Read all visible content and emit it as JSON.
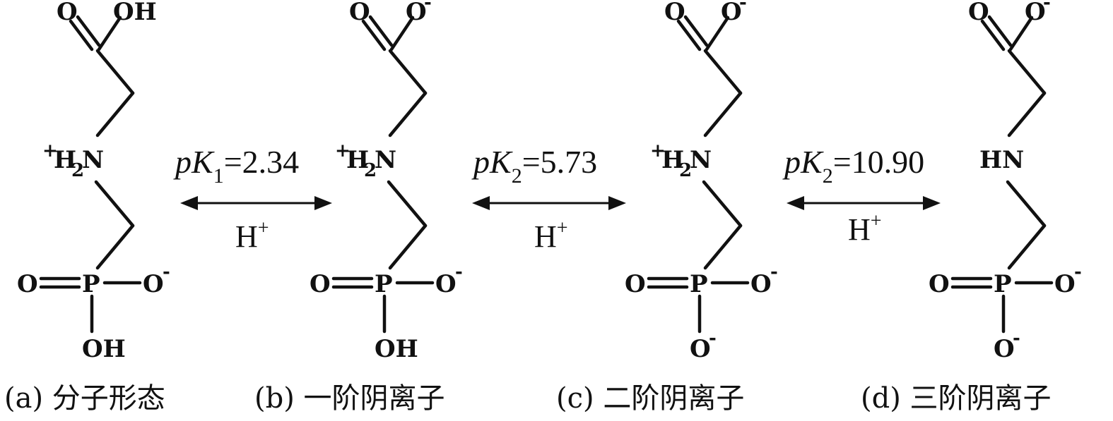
{
  "structures": [
    {
      "id": "a",
      "top_right": "OH",
      "top_right_charge": "",
      "amine_charge": "+",
      "amine_label": "H",
      "amine_subscript": "2",
      "amine_atom": "N",
      "phosphate_right_charge": "-",
      "phosphate_bottom": "OH",
      "phosphate_bottom_charge": "",
      "caption": "(a) 分子形态"
    },
    {
      "id": "b",
      "top_right": "O",
      "top_right_charge": "-",
      "amine_charge": "+",
      "amine_label": "H",
      "amine_subscript": "2",
      "amine_atom": "N",
      "phosphate_right_charge": "-",
      "phosphate_bottom": "OH",
      "phosphate_bottom_charge": "",
      "caption": "(b) 一阶阴离子"
    },
    {
      "id": "c",
      "top_right": "O",
      "top_right_charge": "-",
      "amine_charge": "+",
      "amine_label": "H",
      "amine_subscript": "2",
      "amine_atom": "N",
      "phosphate_right_charge": "-",
      "phosphate_bottom": "O",
      "phosphate_bottom_charge": "-",
      "caption": "(c) 二阶阴离子"
    },
    {
      "id": "d",
      "top_right": "O",
      "top_right_charge": "-",
      "amine_charge": "",
      "amine_label": "HN",
      "amine_subscript": "",
      "amine_atom": "",
      "phosphate_right_charge": "-",
      "phosphate_bottom": "O",
      "phosphate_bottom_charge": "-",
      "caption": "(d) 三阶阴离子"
    }
  ],
  "atoms": {
    "carbonyl_O": "O",
    "phosphorus": "P",
    "phosphoryl_O": "O",
    "phosphate_O": "O"
  },
  "equilibria": [
    {
      "prefix": "pK",
      "subscript": "1",
      "value": "=2.34",
      "species": "H",
      "charge": "+"
    },
    {
      "prefix": "pK",
      "subscript": "2",
      "value": "=5.73",
      "species": "H",
      "charge": "+"
    },
    {
      "prefix": "pK",
      "subscript": "2",
      "value": "=10.90",
      "species": "H",
      "charge": "+"
    }
  ]
}
